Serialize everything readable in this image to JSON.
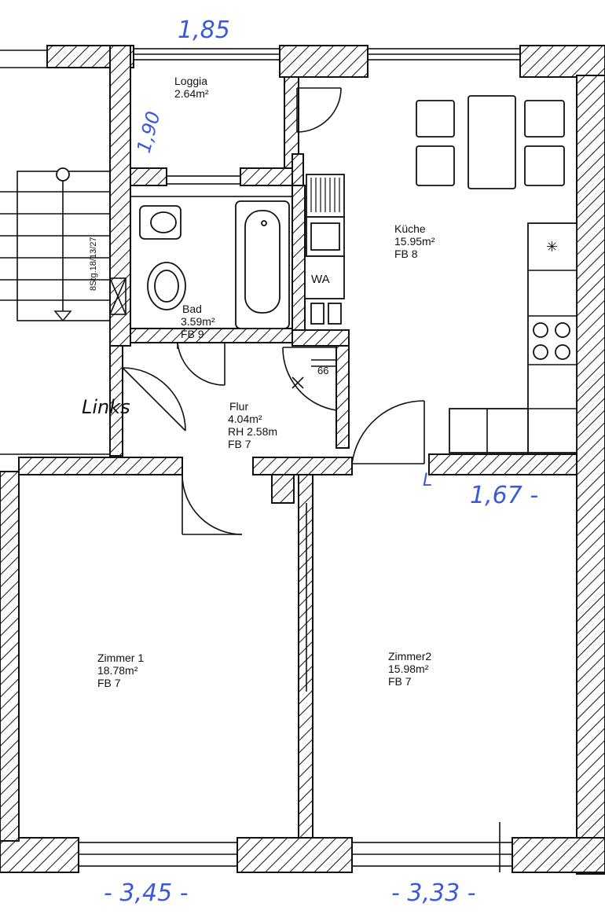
{
  "rooms": {
    "loggia": {
      "name": "Loggia",
      "area": "2.64m²"
    },
    "kueche": {
      "name": "Küche",
      "area": "15.95m²",
      "floor": "FB 8"
    },
    "bad": {
      "name": "Bad",
      "area": "3.59m²",
      "floor": "FB 9"
    },
    "flur": {
      "name": "Flur",
      "area": "4.04m²",
      "height": "RH 2.58m",
      "floor": "FB 7"
    },
    "zimmer1": {
      "name": "Zimmer 1",
      "area": "18.78m²",
      "floor": "FB 7"
    },
    "zimmer2": {
      "name": "Zimmer2",
      "area": "15.98m²",
      "floor": "FB 7"
    }
  },
  "labels": {
    "wa": "WA",
    "stair": "8Stg.18/13/27",
    "dim66": "66",
    "links": "Links"
  },
  "handwritten": {
    "top": "1,85",
    "loggia_side": "1,90",
    "kitchen_width": "1,67 -",
    "bottom_left": "- 3,45 -",
    "bottom_right": "- 3,33 -",
    "mark_l": "L"
  },
  "colors": {
    "ink": "#111111",
    "annotation": "#3a5bd6"
  }
}
